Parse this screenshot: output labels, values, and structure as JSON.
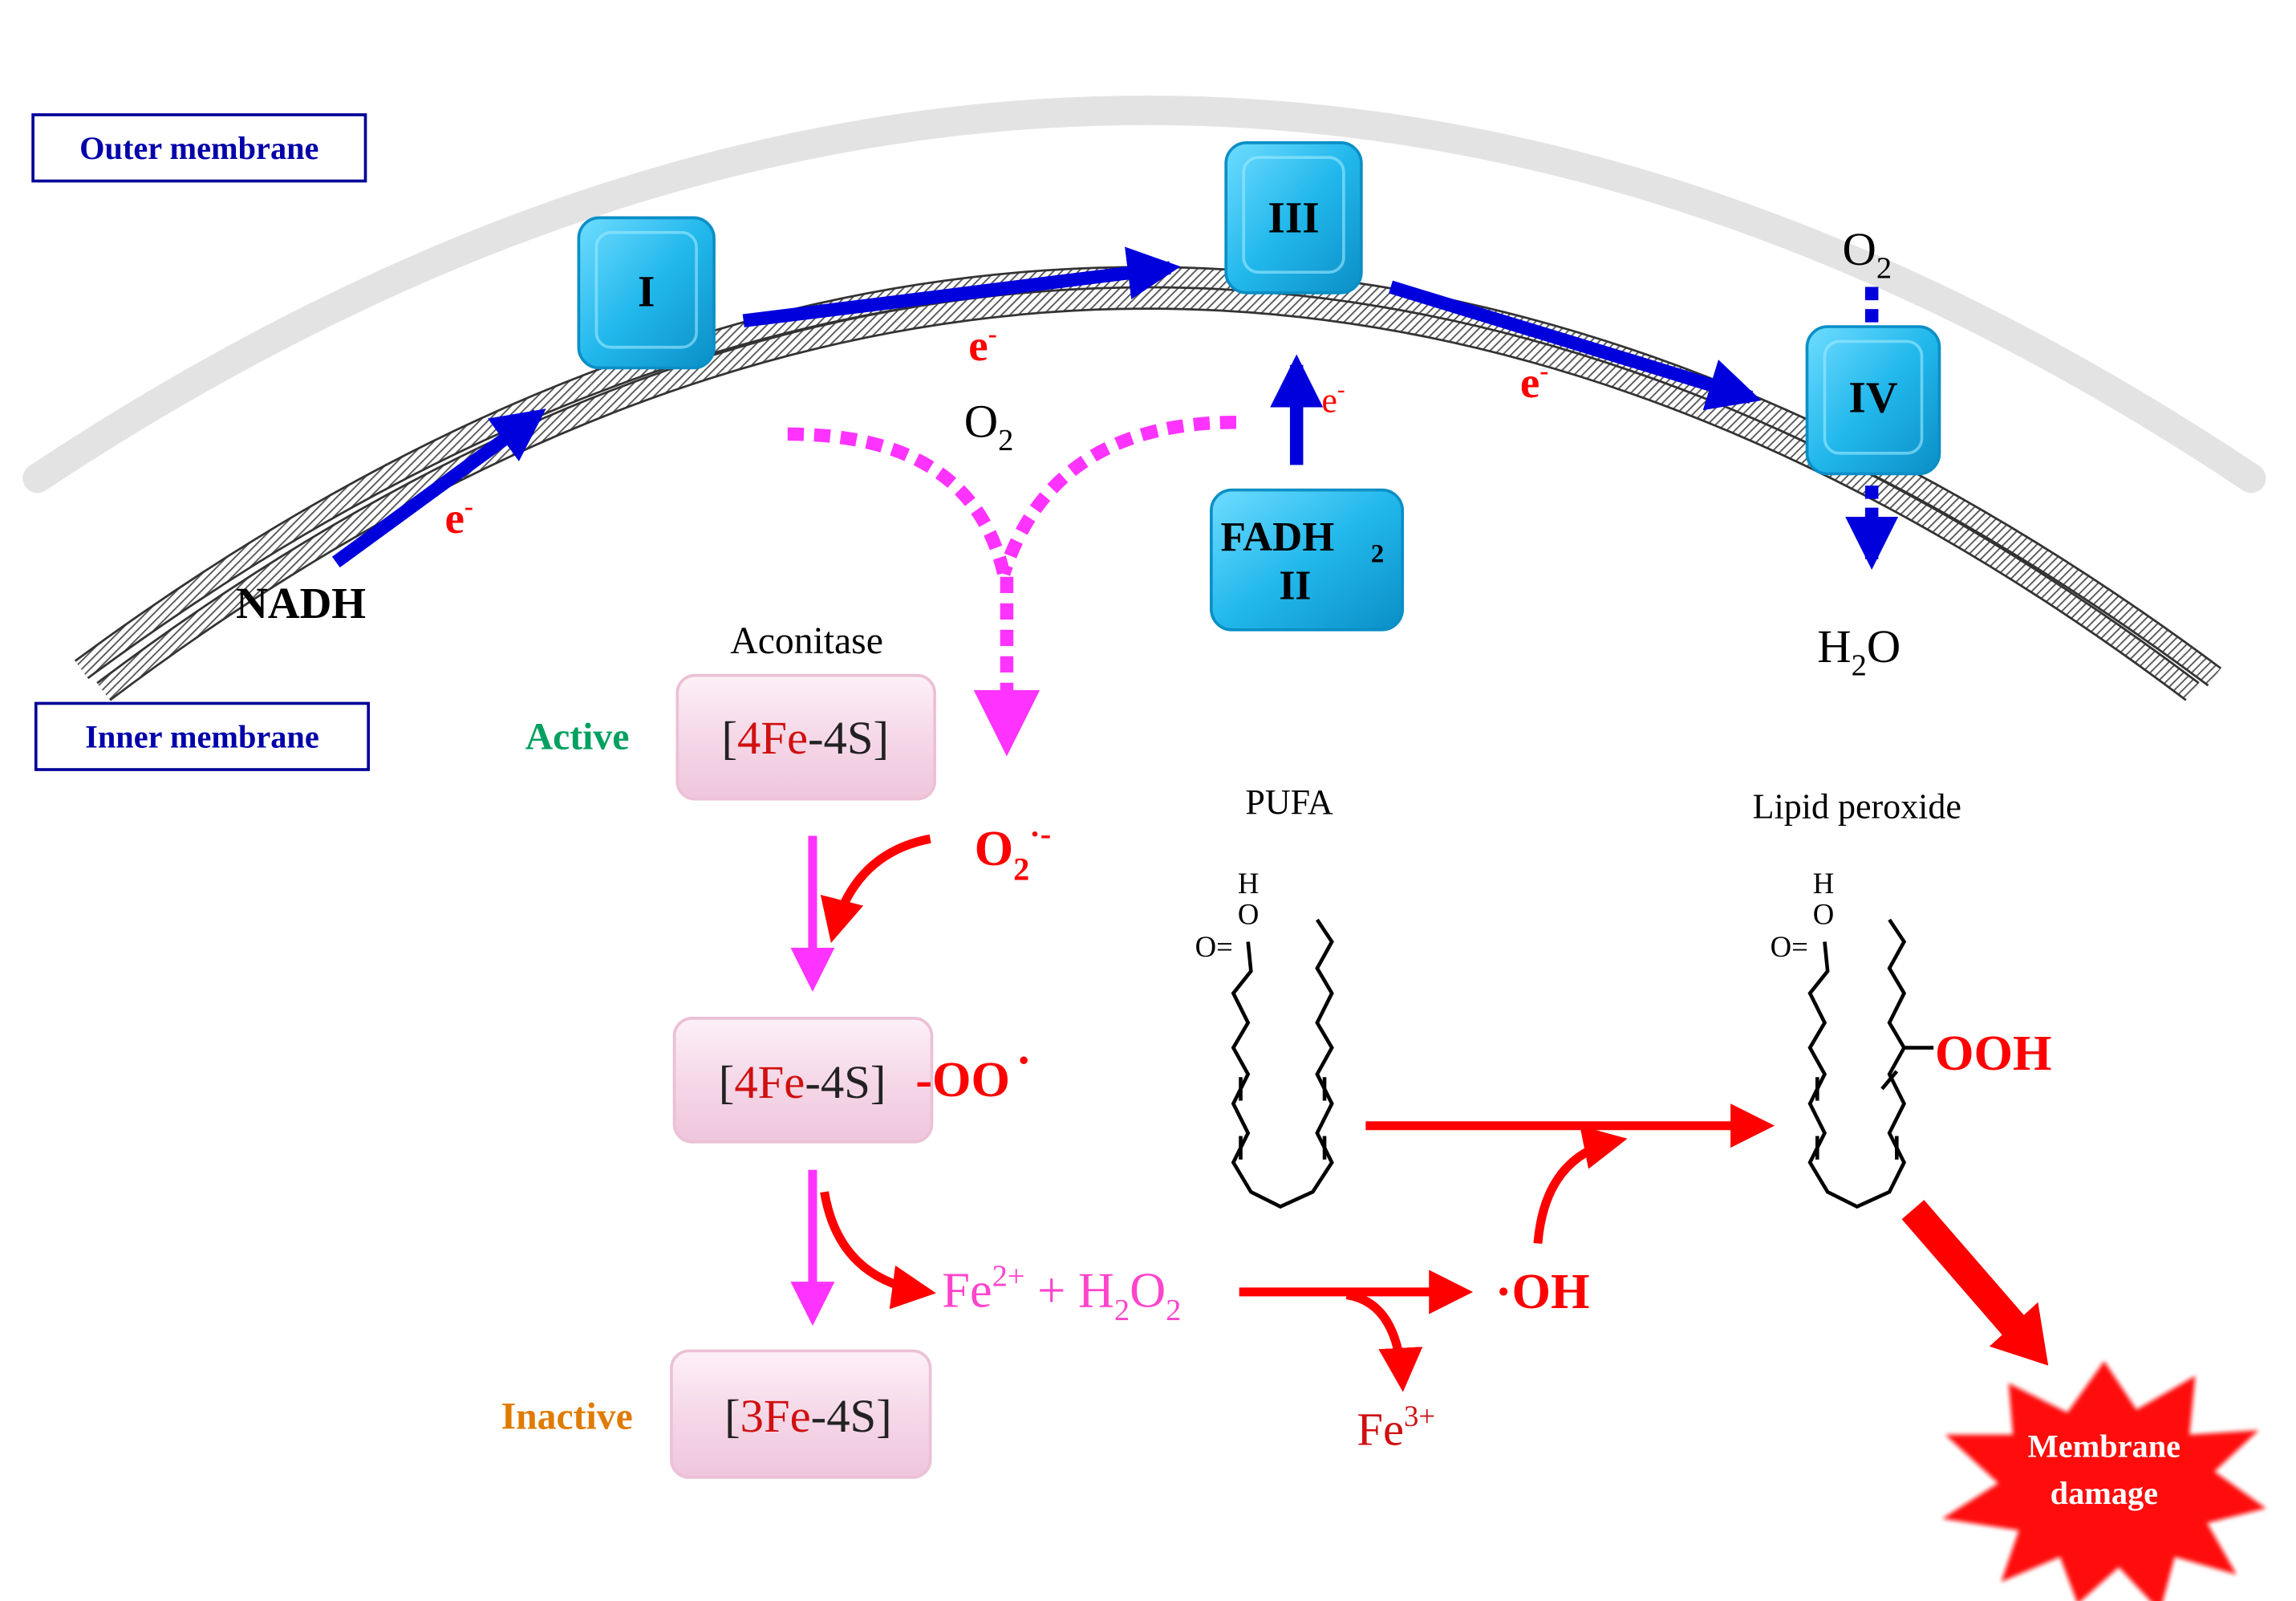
{
  "labels": {
    "outer_membrane": "Outer membrane",
    "inner_membrane": "Inner membrane"
  },
  "complexes": {
    "c1": "I",
    "c3": "III",
    "c4": "IV",
    "fadh_main": "FADH",
    "fadh_sub": "2",
    "c2": "II"
  },
  "electrons": {
    "e_base": "e",
    "e_sup": "-"
  },
  "molecules": {
    "nadh": "NADH",
    "o2_base": "O",
    "o2_sub": "2",
    "h2o_h": "H",
    "h2o_sub": "2",
    "h2o_o": "O",
    "superoxide_base": "O",
    "superoxide_sub": "2",
    "superoxide_sup": "·-",
    "fe2_base": "Fe",
    "fe2_sup": "2+",
    "plus_h2o2": " + H",
    "h2o2_sub": "2",
    "h2o2_o": "O",
    "h2o2_sub2": "2",
    "hydroxyl": "·OH",
    "fe3_base": "Fe",
    "fe3_sup": "3+",
    "ooh": "OOH",
    "peroxyl": "-OO",
    "peroxyl_dot": "·"
  },
  "aconitase": {
    "title": "Aconitase",
    "state_active": "Active",
    "state_inactive": "Inactive",
    "box1_open": "[",
    "box1_fe": "4Fe",
    "box1_rest": "-4S]",
    "box2_open": "[",
    "box2_fe": "4Fe",
    "box2_rest": "-4S]",
    "box3_open": "[",
    "box3_fe": "3Fe",
    "box3_rest": "-4S]"
  },
  "lipids": {
    "pufa": "PUFA",
    "lipid_peroxide": "Lipid peroxide",
    "atom_h": "H",
    "atom_o": "O",
    "atom_o_eq": "O="
  },
  "damage": {
    "line1": "Membrane",
    "line2": "damage"
  },
  "colors": {
    "blue": "#0000cc",
    "red": "#ff0000",
    "magenta": "#ff33ff",
    "cyan": "#00b0e8",
    "pink_box": "#f6d6e8",
    "green": "#00a060",
    "orange": "#e07b00"
  }
}
